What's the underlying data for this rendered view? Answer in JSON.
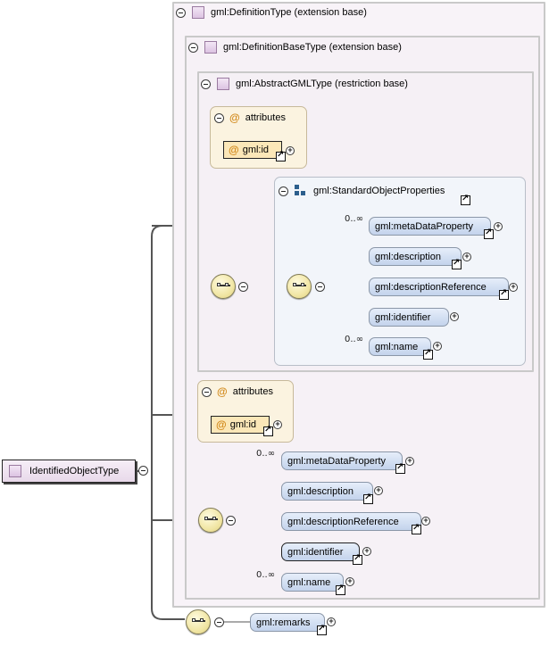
{
  "root": {
    "label": "IdentifiedObjectType"
  },
  "lvl1": {
    "label": "gml:DefinitionType (extension base)"
  },
  "lvl2": {
    "label": "gml:DefinitionBaseType (extension base)"
  },
  "lvl3": {
    "label": "gml:AbstractGMLType (restriction base)"
  },
  "inner_attributes": {
    "title": "attributes",
    "item": "gml:id"
  },
  "group": {
    "label": "gml:StandardObjectProperties"
  },
  "group_elements": [
    {
      "label": "gml:metaDataProperty",
      "card": "0..∞"
    },
    {
      "label": "gml:description",
      "card": ""
    },
    {
      "label": "gml:descriptionReference",
      "card": ""
    },
    {
      "label": "gml:identifier",
      "card": ""
    },
    {
      "label": "gml:name",
      "card": "0..∞"
    }
  ],
  "outer_attributes": {
    "title": "attributes",
    "item": "gml:id"
  },
  "outer_elements": [
    {
      "label": "gml:metaDataProperty",
      "card": "0..∞"
    },
    {
      "label": "gml:description",
      "card": ""
    },
    {
      "label": "gml:descriptionReference",
      "card": ""
    },
    {
      "label": "gml:identifier",
      "card": ""
    },
    {
      "label": "gml:name",
      "card": "0..∞"
    }
  ],
  "remarks": {
    "label": "gml:remarks"
  }
}
